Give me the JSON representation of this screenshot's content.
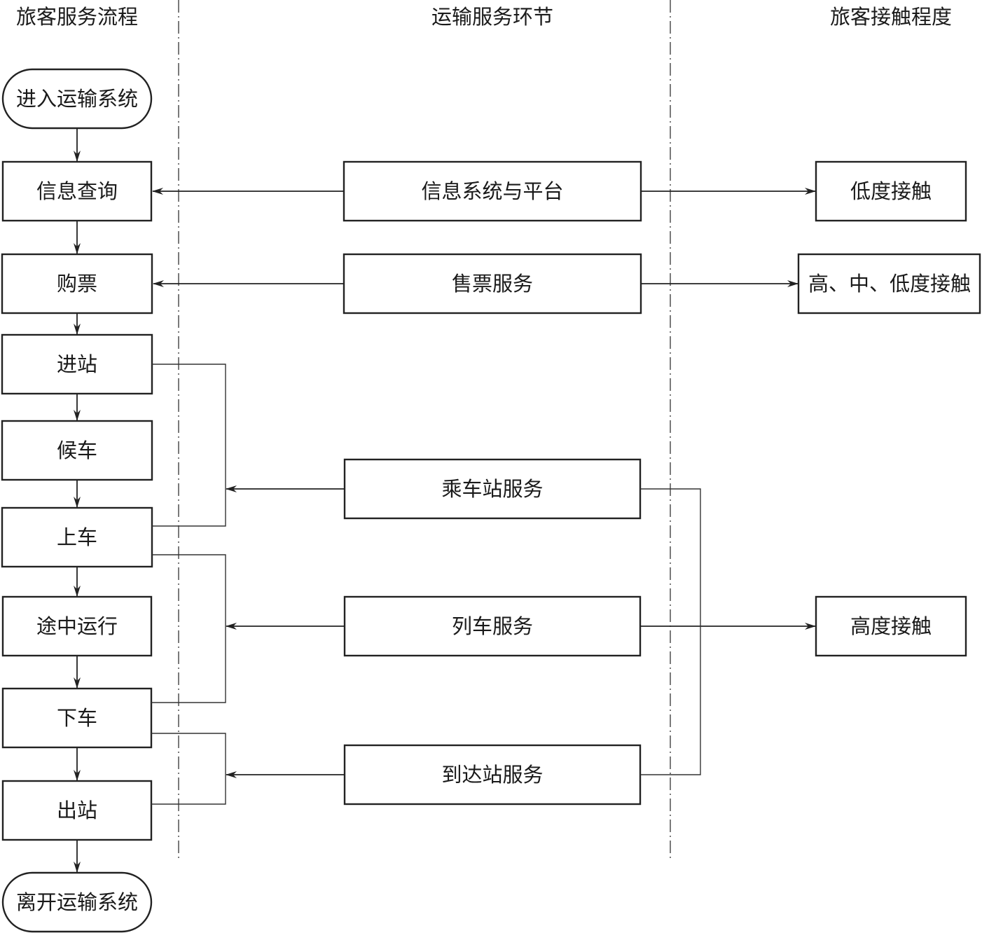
{
  "headers": {
    "left": "旅客服务流程",
    "middle": "运输服务环节",
    "right": "旅客接触程度"
  },
  "process": {
    "start": "进入运输系统",
    "steps": [
      "信息查询",
      "购票",
      "进站",
      "候车",
      "上车",
      "途中运行",
      "下车",
      "出站"
    ],
    "end": "离开运输系统"
  },
  "services": [
    "信息系统与平台",
    "售票服务",
    "乘车站服务",
    "列车服务",
    "到达站服务"
  ],
  "contact": [
    "低度接触",
    "高、中、低度接触",
    "高度接触"
  ]
}
